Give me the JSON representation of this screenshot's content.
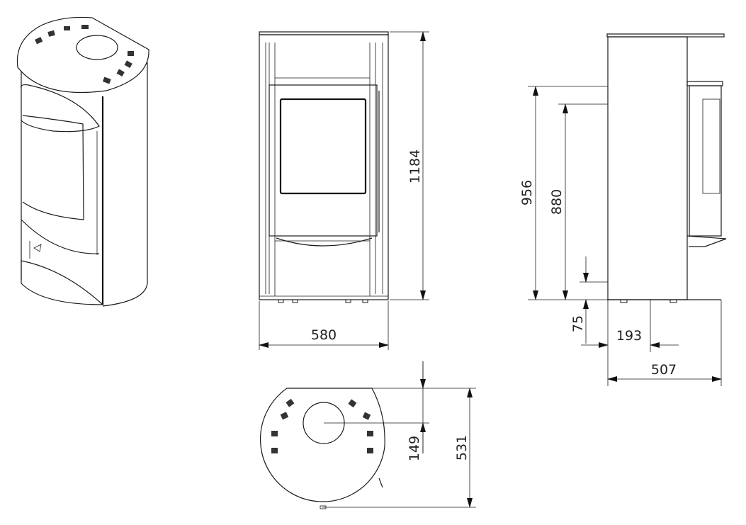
{
  "title": "Stove dimension drawing",
  "dimensions": {
    "front_height": "1184",
    "front_width": "580",
    "side_956": "956",
    "side_880": "880",
    "side_75": "75",
    "side_193": "193",
    "side_507": "507",
    "top_149": "149",
    "top_531": "531"
  },
  "colors": {
    "line": "#1a1a1a",
    "background": "#ffffff"
  }
}
